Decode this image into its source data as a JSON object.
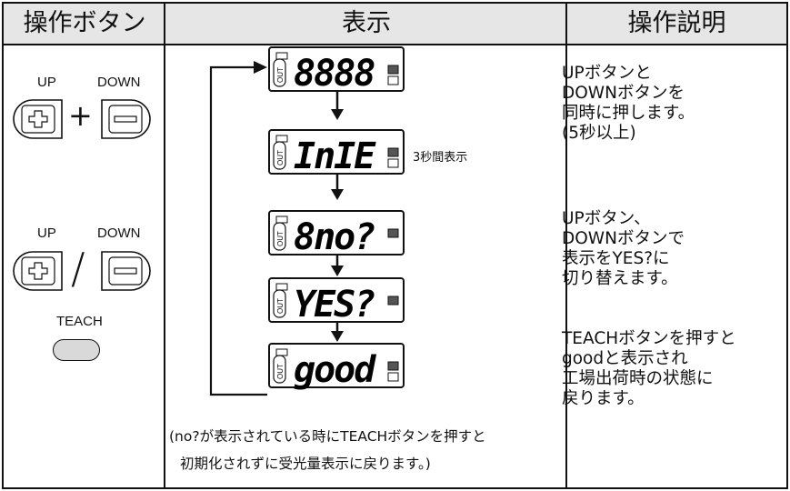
{
  "headers": {
    "col1": "操作ボタン",
    "col2": "表示",
    "col3": "操作説明"
  },
  "buttons": {
    "up": "UP",
    "down": "DOWN",
    "plus_sep": "+",
    "slash_sep": "/",
    "teach": "TEACH"
  },
  "display": {
    "out_label": "OUT",
    "step1": "8888",
    "step2": "InIE",
    "step2_note": "3秒間表示",
    "step3": "8no?",
    "step4": "YES?",
    "step5": "good"
  },
  "note": {
    "line1": "(no?が表示されている時にTEACHボタンを押すと",
    "line2": "初期化されずに受光量表示に戻ります。)"
  },
  "descriptions": {
    "step1": "UPボタンと\nDOWNボタンを\n同時に押します。\n(5秒以上)",
    "step2": "UPボタン、\nDOWNボタンで\n表示をYES?に\n切り替えます。",
    "step3": "TEACHボタンを押すと\ngoodと表示され\n工場出荷時の状態に\n戻ります。"
  },
  "colors": {
    "header_bg": "#e6e6e6",
    "ink": "#111111",
    "teach_button": "#d9d9d9"
  }
}
